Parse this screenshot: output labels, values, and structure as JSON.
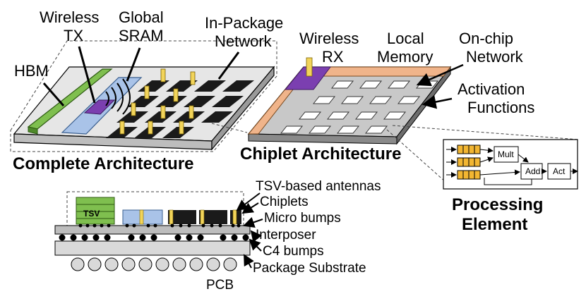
{
  "labels": {
    "hbm": "HBM",
    "wireless_tx_1": "Wireless",
    "wireless_tx_2": "TX",
    "global_sram_1": "Global",
    "global_sram_2": "SRAM",
    "in_package_1": "In-Package",
    "in_package_2": "Network",
    "wireless_rx_1": "Wireless",
    "wireless_rx_2": "RX",
    "local_memory_1": "Local",
    "local_memory_2": "Memory",
    "on_chip_1": "On-chip",
    "on_chip_2": "Network",
    "activation_1": "Activation",
    "activation_2": "Functions",
    "complete_arch": "Complete Architecture",
    "chiplet_arch": "Chiplet Architecture",
    "processing_1": "Processing",
    "processing_2": "Element",
    "tsv_antennas": "TSV-based antennas",
    "chiplets": "Chiplets",
    "micro_bumps": "Micro bumps",
    "interposer": "Interposer",
    "c4_bumps": "C4 bumps",
    "package_substrate": "Package Substrate",
    "pcb": "PCB",
    "tsv": "TSV",
    "mult": "Mult",
    "add": "Add",
    "act": "Act"
  },
  "colors": {
    "hbm_green": "#7fbf4f",
    "sram_blue": "#a9c3e8",
    "wireless_purple": "#7b3fb0",
    "local_memory_orange": "#f0b48a",
    "chiplet_black": "#1a1a1a",
    "pe_yellow": "#f2b632",
    "platform_gray": "#c8c8c8"
  }
}
